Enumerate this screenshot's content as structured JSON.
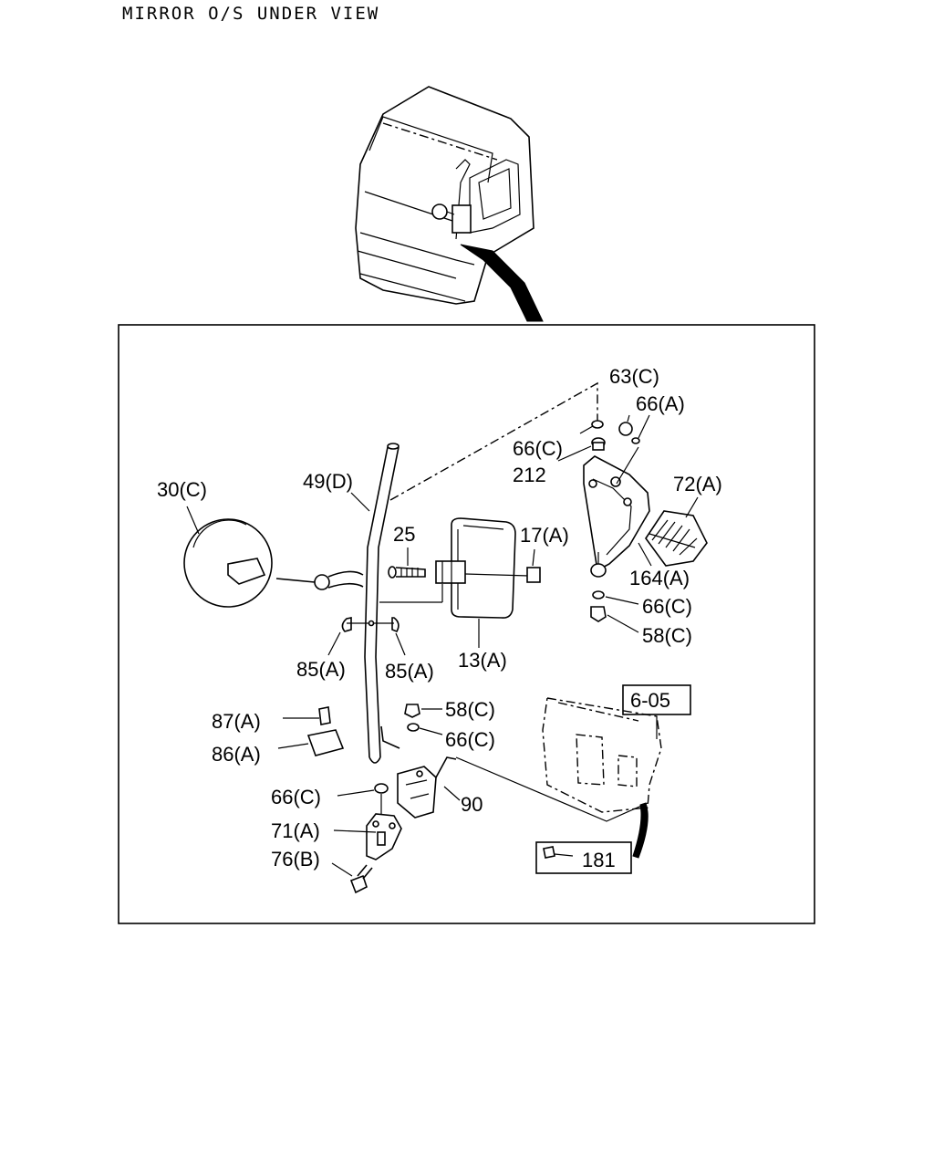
{
  "title": "MIRROR O/S UNDER VIEW",
  "callouts": {
    "c63C": "63(C)",
    "c66A": "66(A)",
    "c66C_top": "66(C)",
    "c212": "212",
    "c72A": "72(A)",
    "c30C": "30(C)",
    "c49D": "49(D)",
    "c25": "25",
    "c17A": "17(A)",
    "c164A": "164(A)",
    "c66C_right": "66(C)",
    "c58C_right": "58(C)",
    "c85A_left": "85(A)",
    "c85A_right": "85(A)",
    "c13A": "13(A)",
    "c58C_mid": "58(C)",
    "c66C_mid": "66(C)",
    "c87A": "87(A)",
    "c86A": "86(A)",
    "c66C_low": "66(C)",
    "c90": "90",
    "c71A": "71(A)",
    "c76B": "76(B)",
    "ref605": "6-05",
    "c181": "181"
  }
}
